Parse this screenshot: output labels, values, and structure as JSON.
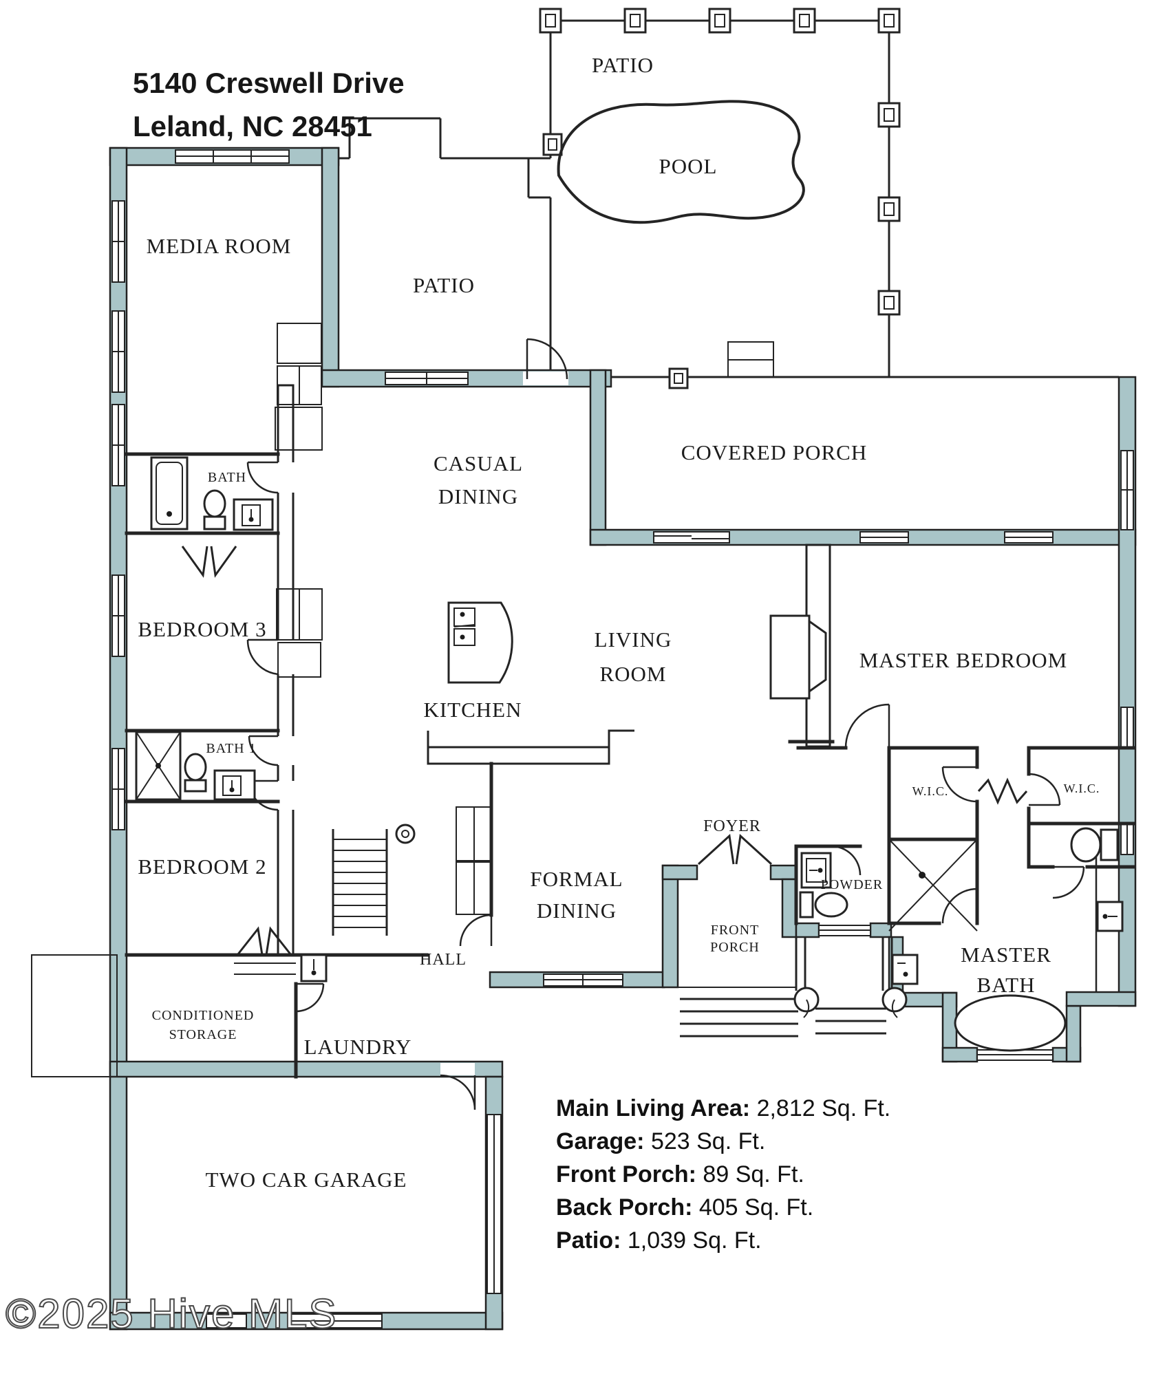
{
  "address": {
    "line1": "5140 Creswell Drive",
    "line2": "Leland, NC 28451"
  },
  "watermark": "©2025 Hive MLS",
  "colors": {
    "wall_fill": "#a9c5c8",
    "line": "#242424",
    "background": "#ffffff"
  },
  "rooms": {
    "patio_pool": "PATIO",
    "pool": "POOL",
    "patio_small": "PATIO",
    "covered_porch": "COVERED PORCH",
    "media_room": "MEDIA ROOM",
    "casual_dining_l1": "CASUAL",
    "casual_dining_l2": "DINING",
    "bath": "BATH",
    "bedroom3": "BEDROOM 3",
    "kitchen": "KITCHEN",
    "living_l1": "LIVING",
    "living_l2": "ROOM",
    "master_bedroom": "MASTER BEDROOM",
    "bath1": "BATH 1",
    "bedroom2": "BEDROOM 2",
    "wic_left": "W.I.C.",
    "wic_right": "W.I.C.",
    "foyer": "FOYER",
    "powder": "POWDER",
    "formal_dining_l1": "FORMAL",
    "formal_dining_l2": "DINING",
    "hall": "HALL",
    "front_porch_l1": "FRONT",
    "front_porch_l2": "PORCH",
    "master_bath_l1": "MASTER",
    "master_bath_l2": "BATH",
    "storage_l1": "CONDITIONED",
    "storage_l2": "STORAGE",
    "laundry": "LAUNDRY",
    "garage": "TWO CAR GARAGE"
  },
  "stats": [
    {
      "label": "Main Living Area:",
      "value": " 2,812 Sq. Ft."
    },
    {
      "label": "Garage:",
      "value": " 523 Sq. Ft."
    },
    {
      "label": "Front Porch:",
      "value": " 89 Sq. Ft."
    },
    {
      "label": "Back Porch:",
      "value": " 405 Sq. Ft."
    },
    {
      "label": "Patio:",
      "value": " 1,039 Sq. Ft."
    }
  ]
}
